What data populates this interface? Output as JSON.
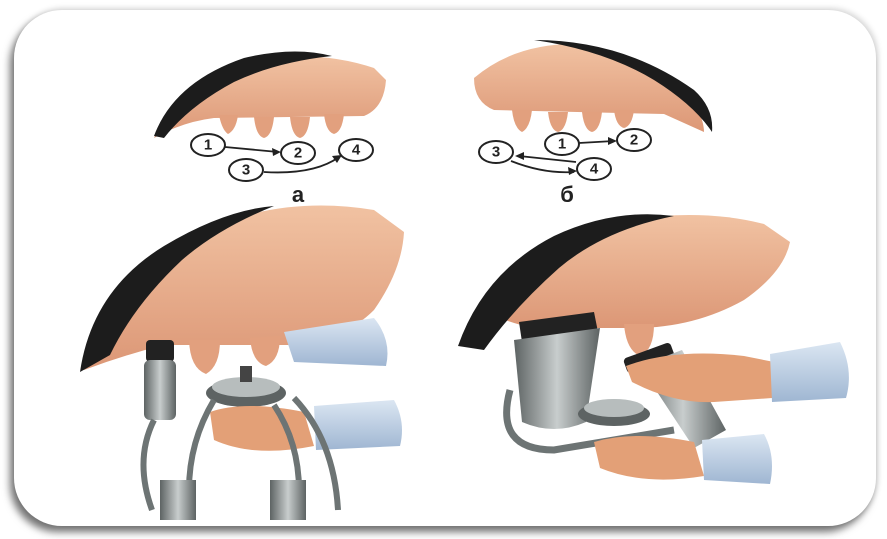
{
  "diagram_a": {
    "label": "а",
    "steps": [
      "1",
      "2",
      "3",
      "4"
    ]
  },
  "diagram_b": {
    "label": "б",
    "steps": [
      "1",
      "2",
      "3",
      "4"
    ]
  },
  "colors": {
    "udder": "#eab08e",
    "udder_shadow": "#d98f6c",
    "fur": "#1c1c1c",
    "metal": "#8f9696",
    "sleeve": "#b9cbe0",
    "skin": "#e3a077"
  }
}
